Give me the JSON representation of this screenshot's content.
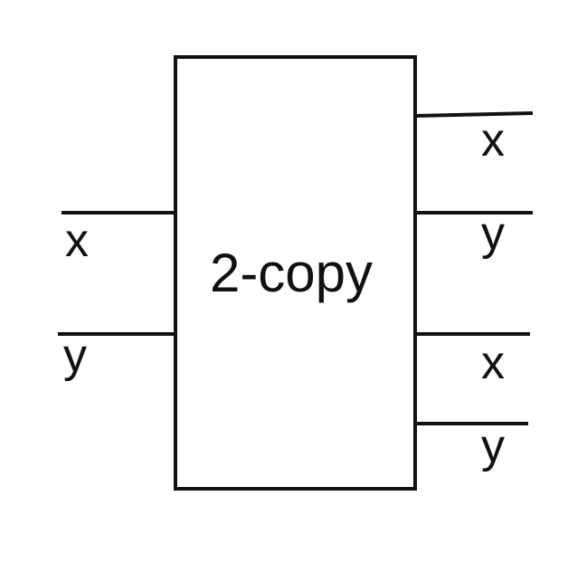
{
  "block": {
    "label": "2-copy"
  },
  "inputs": [
    {
      "label": "x"
    },
    {
      "label": "y"
    }
  ],
  "outputs": [
    {
      "label": "x"
    },
    {
      "label": "y"
    },
    {
      "label": "x"
    },
    {
      "label": "y"
    }
  ],
  "colors": {
    "stroke": "#111111",
    "background": "#ffffff"
  }
}
